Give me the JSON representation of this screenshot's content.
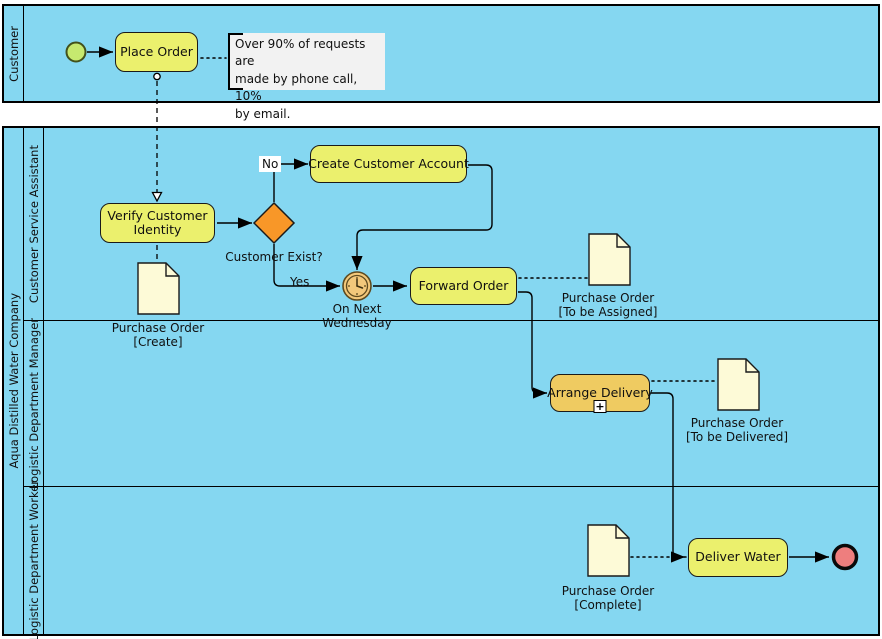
{
  "diagram": {
    "pools": {
      "customer": {
        "label": "Customer"
      },
      "company": {
        "label": "Aqua Distilled Water Company",
        "lanes": [
          {
            "label": "Customer Service Assistant"
          },
          {
            "label": "Logistic Department Manager"
          },
          {
            "label": "Logistic Department Worker"
          }
        ]
      }
    },
    "tasks": {
      "place_order": "Place Order",
      "verify_customer_identity": "Verify Customer Identity",
      "create_customer_account": "Create Customer Account",
      "forward_order": "Forward Order",
      "arrange_delivery": "Arrange Delivery",
      "deliver_water": "Deliver Water"
    },
    "gateway": {
      "question": "Customer Exist?",
      "yes": "Yes",
      "no": "No"
    },
    "events": {
      "timer_label": "On Next Wednesday"
    },
    "annotation": "Over 90% of requests are\nmade by phone call, 10%\nby email.",
    "data_objects": [
      "Purchase Order\n[Create]",
      "Purchase Order\n[To be Assigned]",
      "Purchase Order\n[To be Delivered]",
      "Purchase Order\n[Complete]"
    ],
    "icons": {
      "subprocess_marker": "+"
    },
    "colors": {
      "pool_fill": "#85d7f1",
      "task_fill": "#ebf06d",
      "subprocess_fill": "#efcb61",
      "gateway_fill": "#f89728",
      "timer_fill": "#f2c87b",
      "start_fill": "#c6e96f",
      "end_fill": "#ee7e7e",
      "document_fill": "#fdfad7",
      "annotation_fill": "#f2f2f2"
    }
  }
}
